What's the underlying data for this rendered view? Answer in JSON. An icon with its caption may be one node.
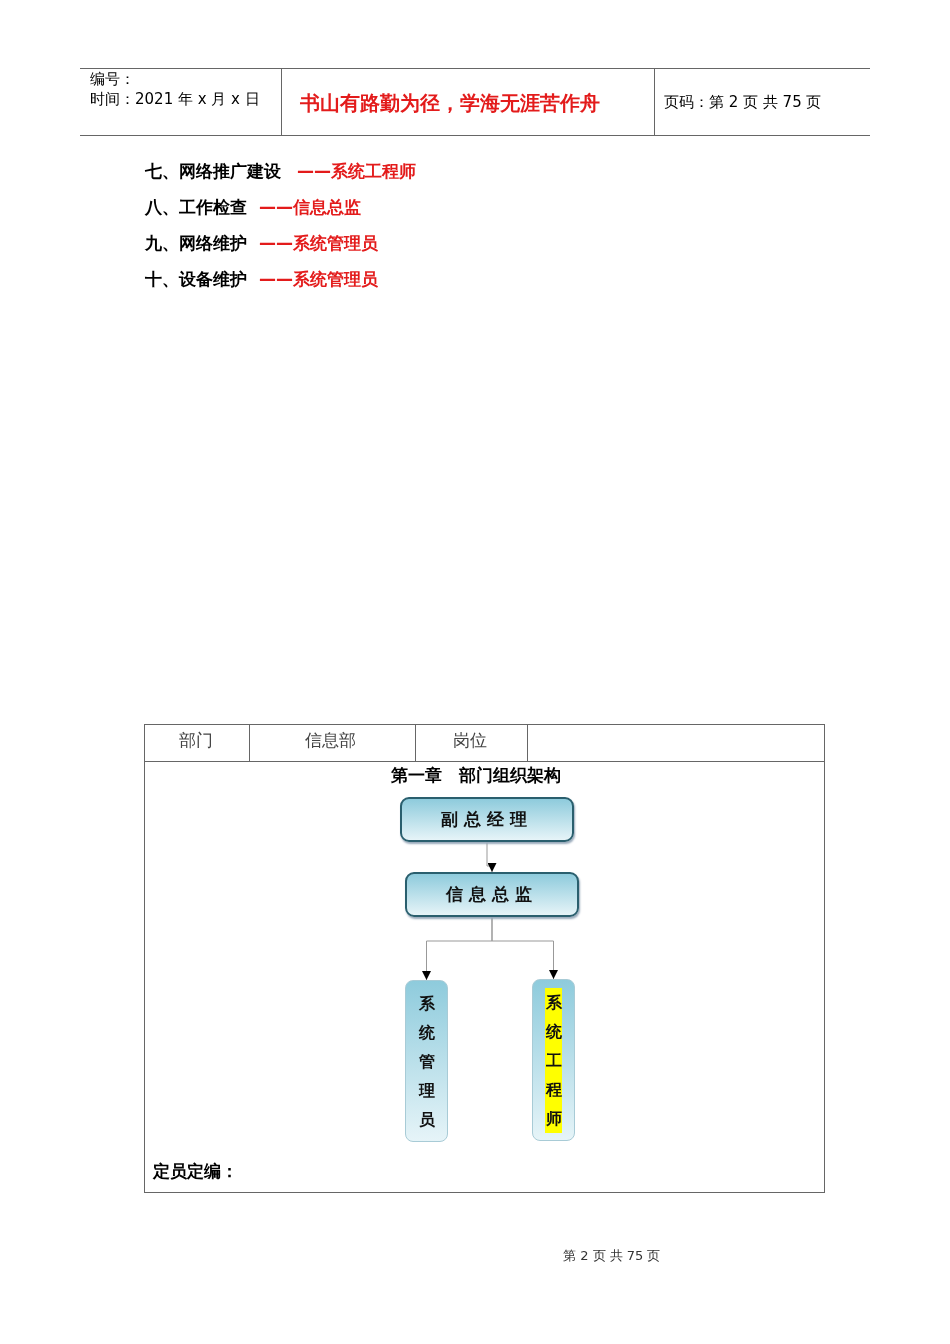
{
  "diagram": {
    "nodes": [
      {
        "text": [
          "副总经理"
        ]
      },
      {
        "text": [
          "信息总监"
        ]
      },
      {
        "text": [
          "系统管理员"
        ]
      },
      {
        "text": [
          "系统工程师"
        ]
      }
    ],
    "edges": [
      {
        "from": 0,
        "to": 1,
        "arrow": "to"
      },
      {
        "from": 1,
        "to": 2,
        "arrow": "to"
      },
      {
        "from": 1,
        "to": 3,
        "arrow": "to"
      }
    ],
    "labels": [
      "编号：",
      "时间：2021 年 x 月 x 日",
      "书山有路勤为径，学海无涯苦作舟",
      "页码：第 2 页  共 75 页",
      "七、网络推广建设",
      "——系统工程师",
      "八、工作检查",
      "——信息总监",
      "九、网络维护",
      "——系统管理员",
      "十、设备维护",
      "——系统管理员",
      "部门",
      "信息部",
      "岗位",
      "第一章　部门组织架构",
      "定员定编：",
      "第  2  页  共  75  页"
    ]
  }
}
